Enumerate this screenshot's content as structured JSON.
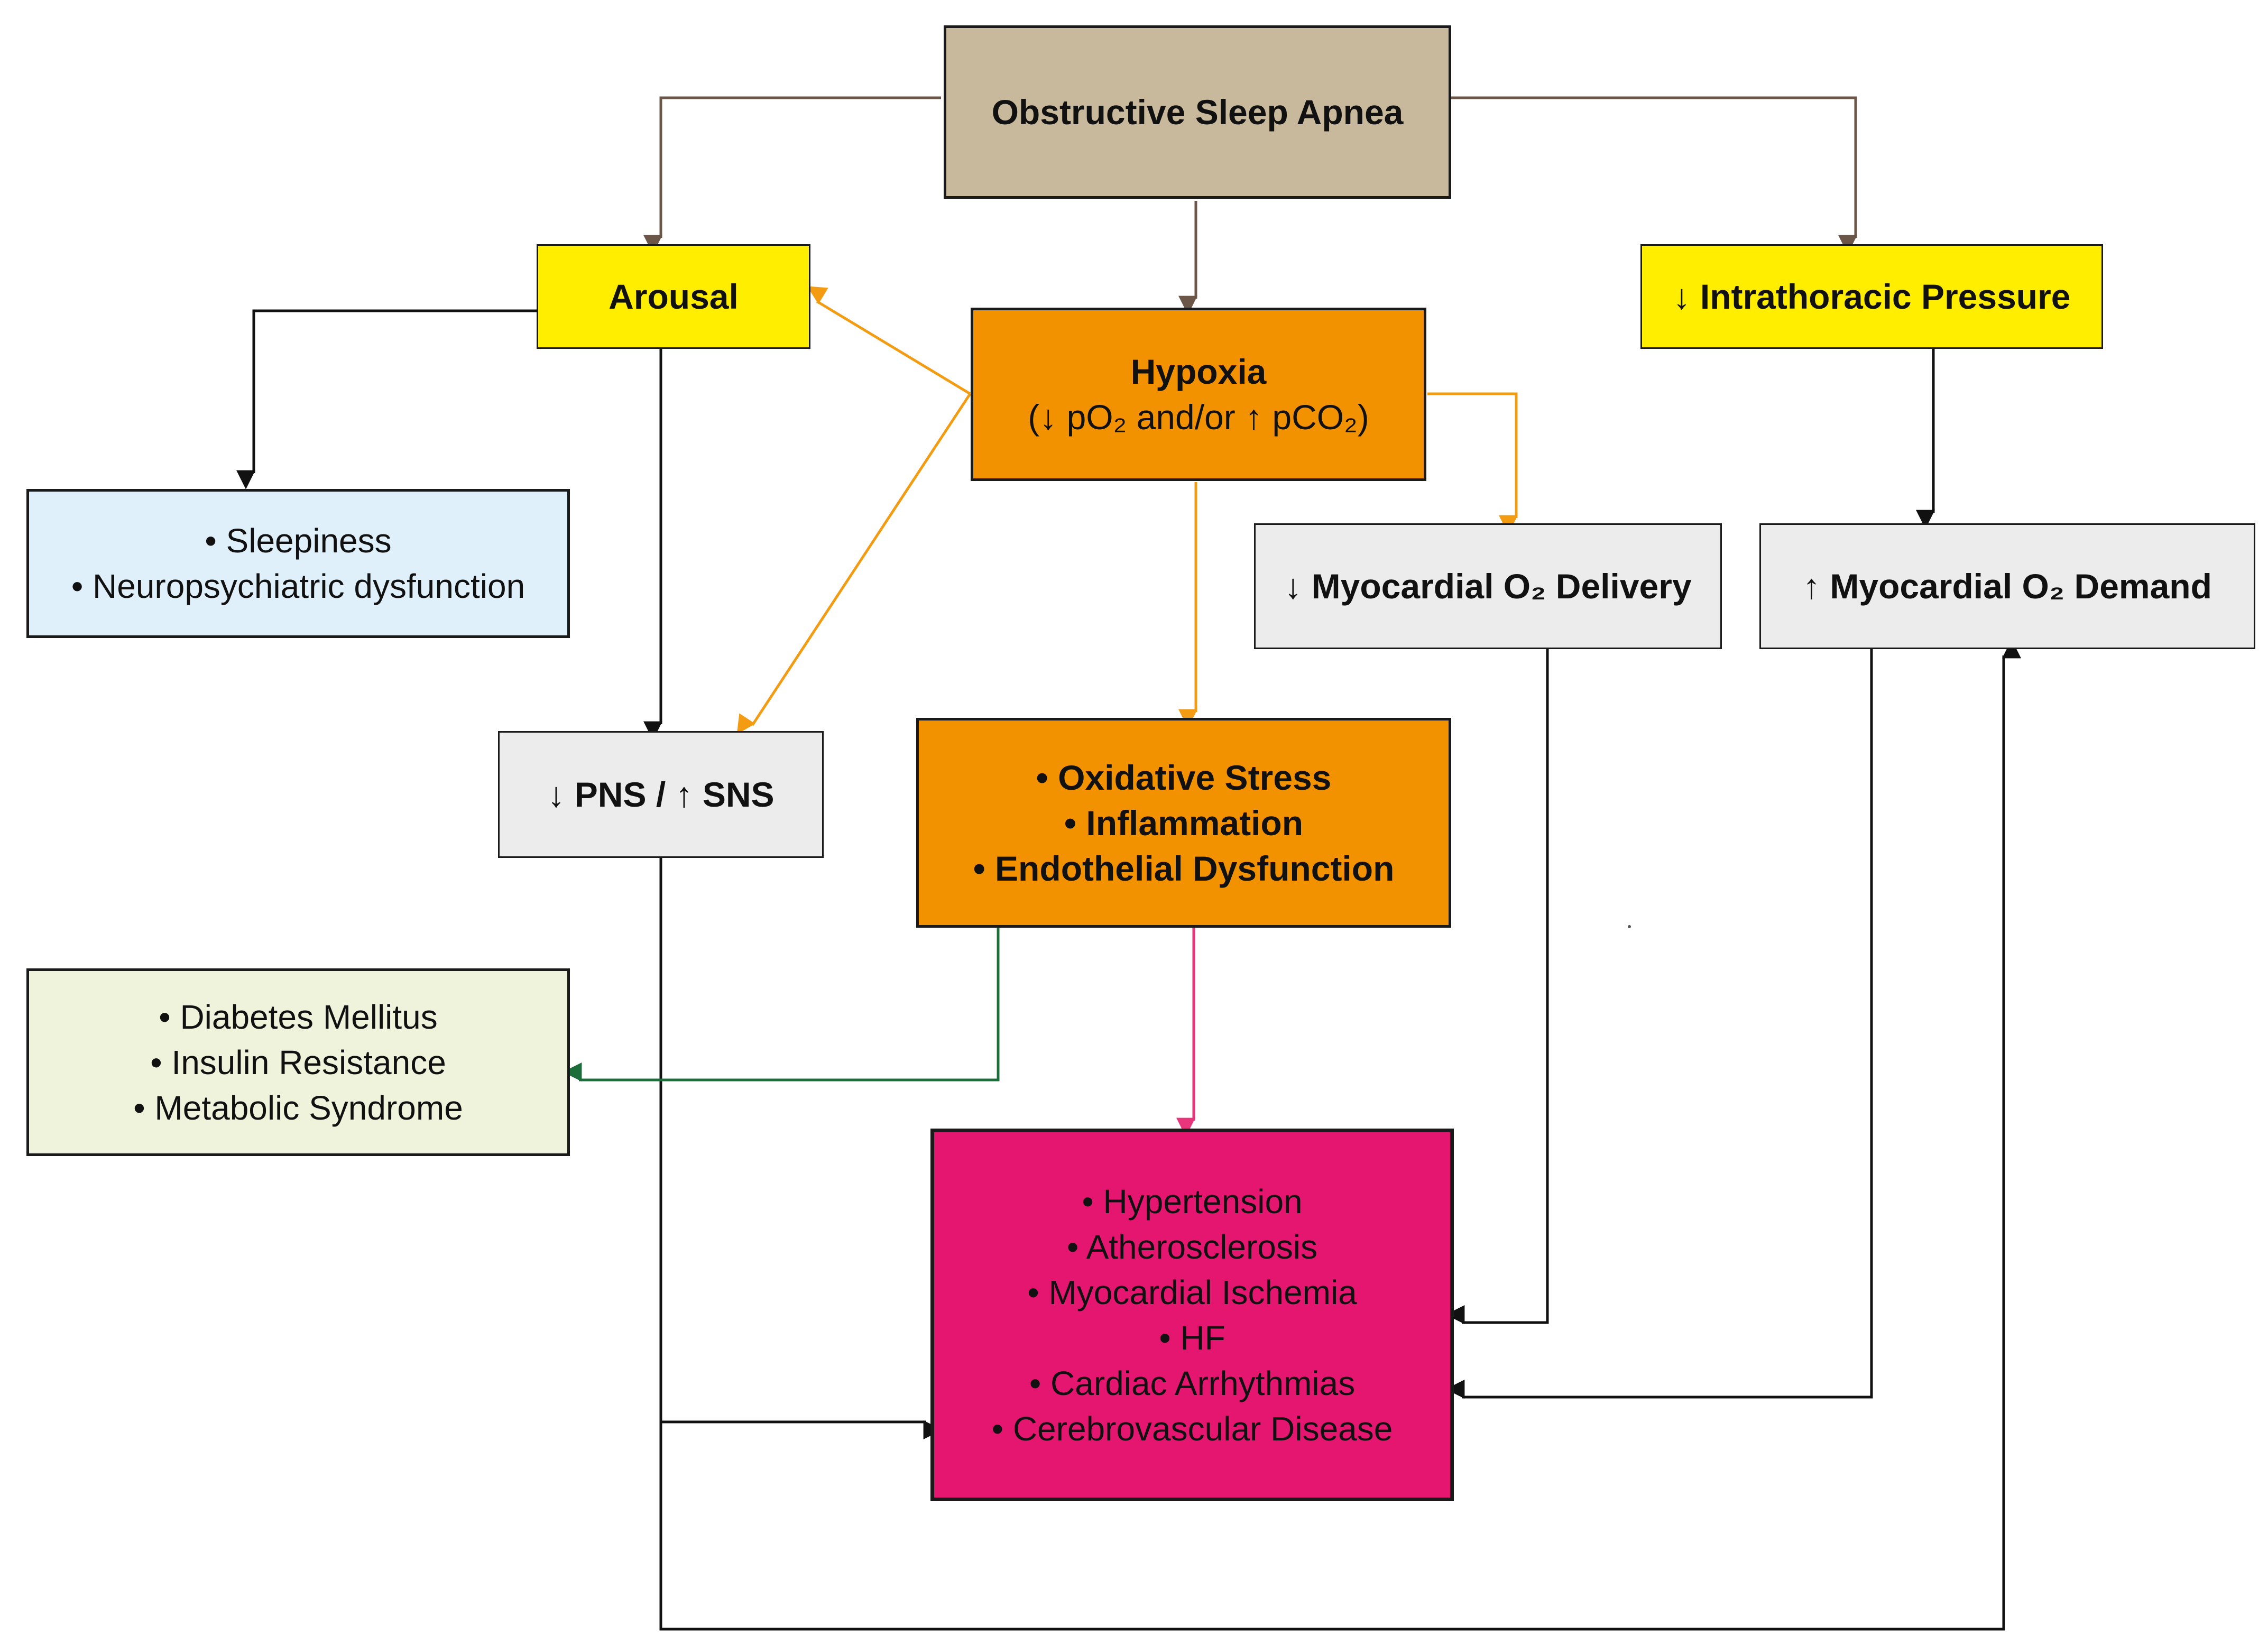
{
  "colors": {
    "osa_fill": "#c9b99c",
    "yellow_fill": "#ffee00",
    "orange_fill": "#f39200",
    "grey_fill": "#ececec",
    "blue_fill": "#dff0fa",
    "green_fill": "#eff3dc",
    "magenta_fill": "#e5166f",
    "brown_arrow": "#6b5648",
    "orange_arrow": "#f39c12",
    "black_arrow": "#111111",
    "green_arrow": "#1b6d3a",
    "pink_arrow": "#e8357c"
  },
  "nodes": {
    "osa": {
      "lines": [
        "Obstructive Sleep Apnea"
      ]
    },
    "arousal": {
      "lines": [
        "Arousal"
      ]
    },
    "hypoxia": {
      "lines": [
        "Hypoxia",
        "(↓ pO₂  and/or ↑ pCO₂)"
      ]
    },
    "intrathoracic": {
      "lines": [
        "↓ Intrathoracic Pressure"
      ]
    },
    "sleepiness": {
      "lines": [
        "• Sleepiness",
        "• Neuropsychiatric dysfunction"
      ]
    },
    "o2_delivery": {
      "lines": [
        "↓ Myocardial O₂ Delivery"
      ]
    },
    "o2_demand": {
      "lines": [
        "↑ Myocardial O₂ Demand"
      ]
    },
    "pns_sns": {
      "lines": [
        "↓ PNS / ↑ SNS"
      ]
    },
    "oxidative": {
      "lines": [
        "• Oxidative Stress",
        "• Inflammation",
        "• Endothelial Dysfunction"
      ]
    },
    "metabolic": {
      "lines": [
        "• Diabetes Mellitus",
        "• Insulin Resistance",
        "• Metabolic Syndrome"
      ]
    },
    "cardio": {
      "lines": [
        "• Hypertension",
        "• Atherosclerosis",
        "• Myocardial Ischemia",
        "•  HF",
        "• Cardiac Arrhythmias",
        "• Cerebrovascular Disease"
      ]
    }
  }
}
